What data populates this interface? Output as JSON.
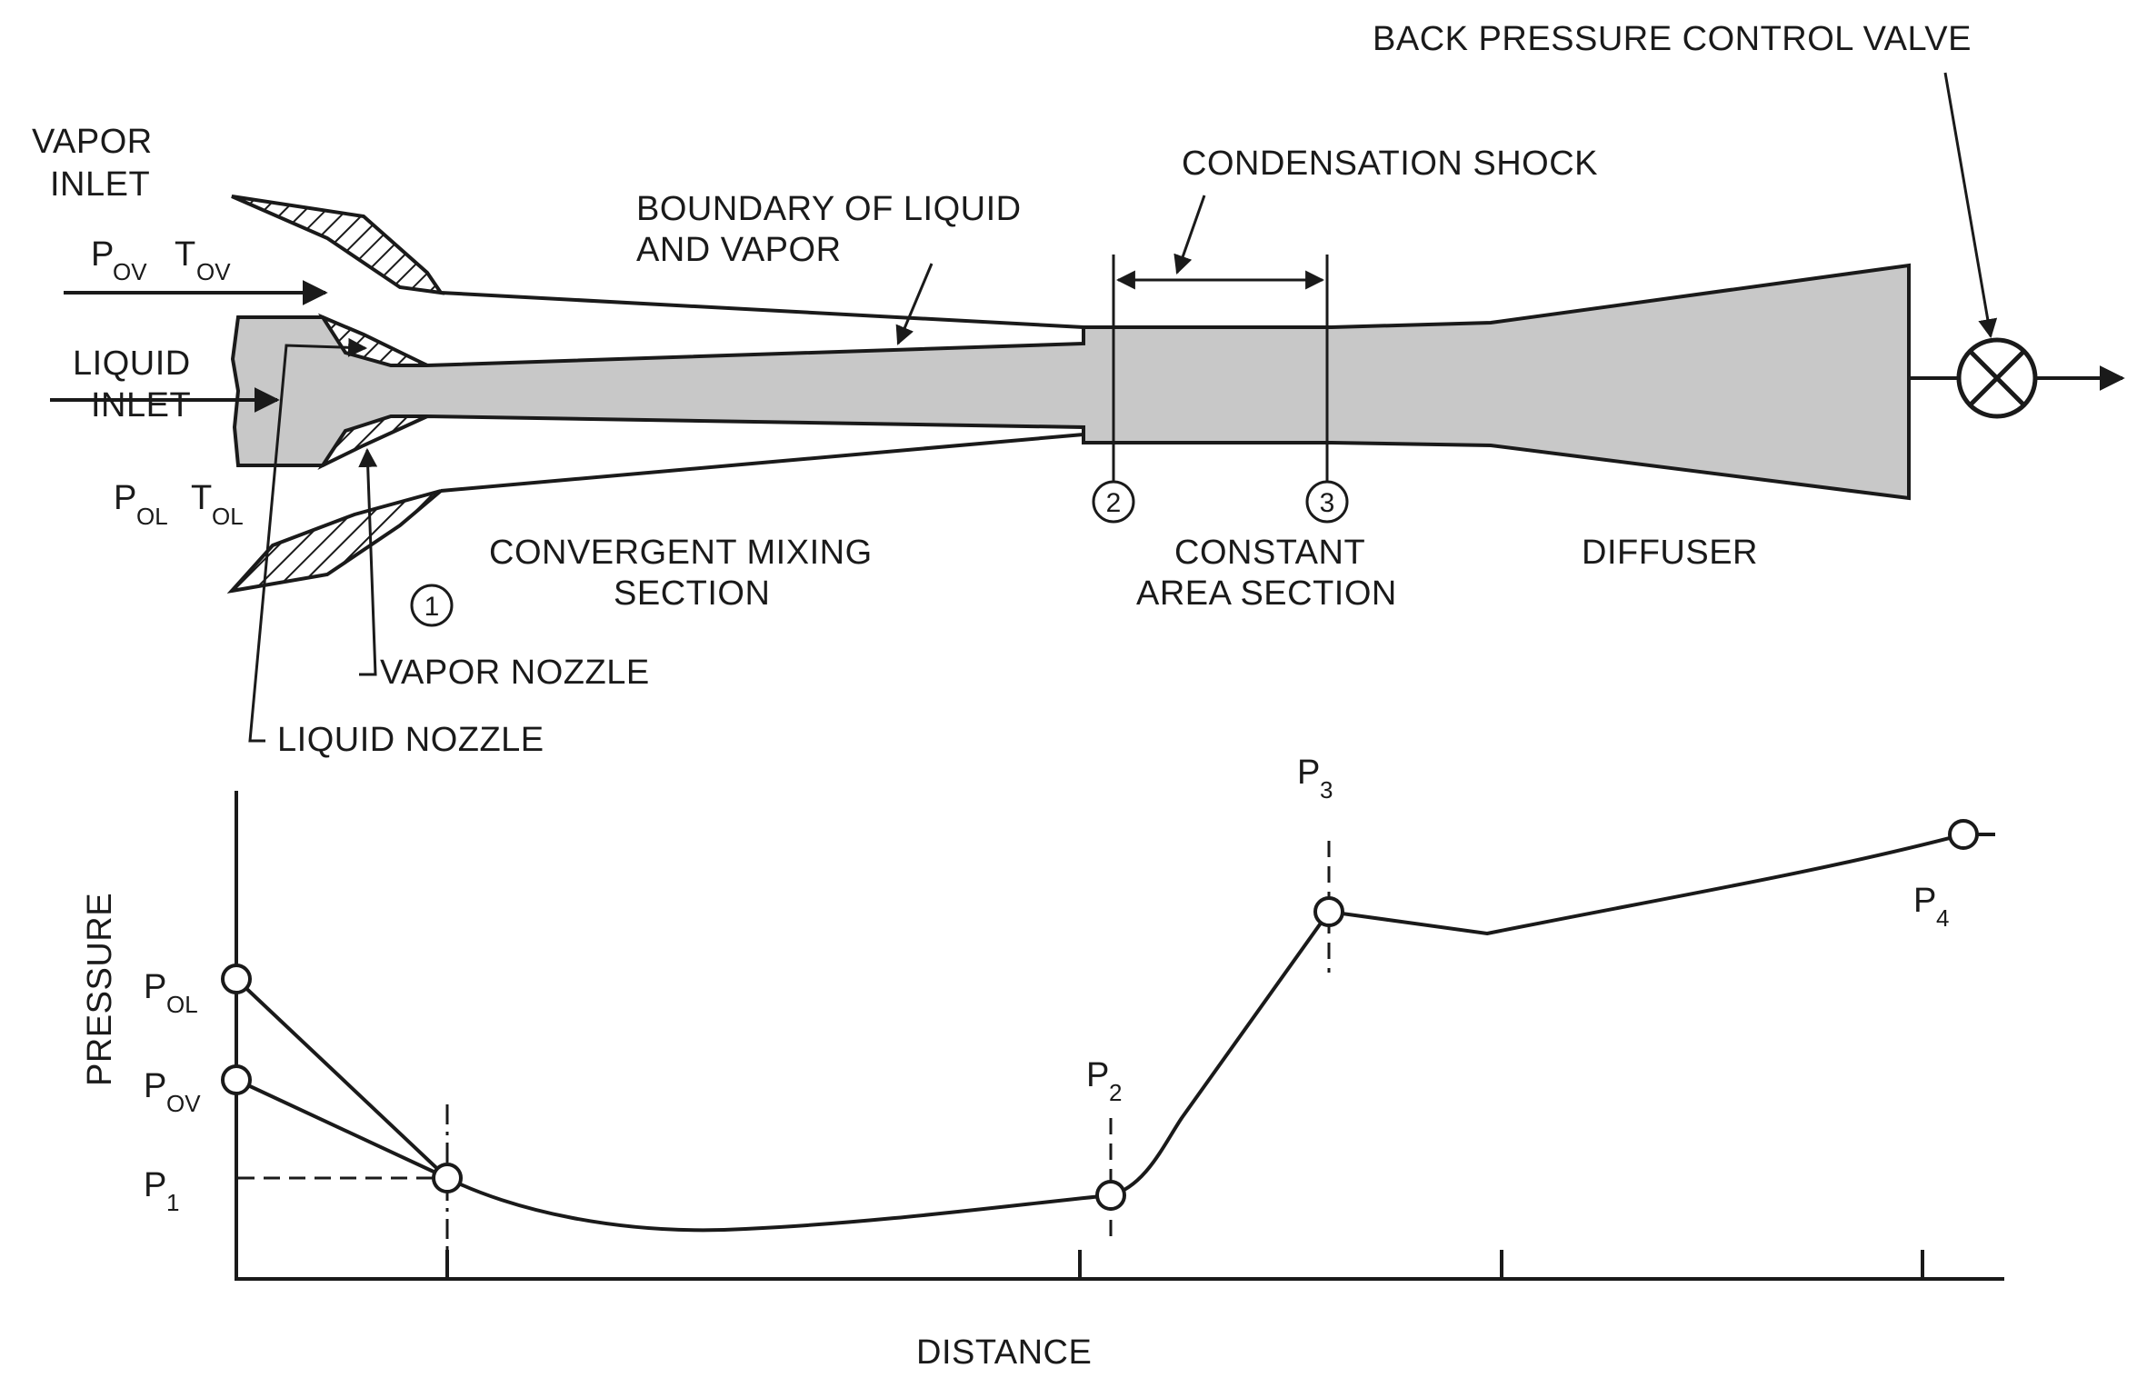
{
  "labels": {
    "vapor_inlet_1": "VAPOR",
    "vapor_inlet_2": "INLET",
    "p_ov_main": "P",
    "p_ov_sub": "OV",
    "t_ov_main": "T",
    "t_ov_sub": "OV",
    "liquid_inlet_1": "LIQUID",
    "liquid_inlet_2": "INLET",
    "p_ol_main": "P",
    "p_ol_sub": "OL",
    "t_ol_main": "T",
    "t_ol_sub": "OL",
    "boundary_1": "BOUNDARY OF LIQUID",
    "boundary_2": "AND VAPOR",
    "condensation_shock": "CONDENSATION SHOCK",
    "back_pressure_valve": "BACK PRESSURE CONTROL VALVE",
    "convergent_1": "CONVERGENT MIXING",
    "convergent_2": "SECTION",
    "constant_1": "CONSTANT",
    "constant_2": "AREA SECTION",
    "diffuser": "DIFFUSER",
    "vapor_nozzle": "VAPOR NOZZLE",
    "liquid_nozzle": "LIQUID NOZZLE",
    "station_1": "1",
    "station_2": "2",
    "station_3": "3"
  },
  "plot": {
    "y_axis_label": "PRESSURE",
    "x_axis_label": "DISTANCE",
    "p_ol_main": "P",
    "p_ol_sub": "OL",
    "p_ov_main": "P",
    "p_ov_sub": "OV",
    "p1_main": "P",
    "p1_sub": "1",
    "p2_main": "P",
    "p2_sub": "2",
    "p3_main": "P",
    "p3_sub": "3",
    "p4_main": "P",
    "p4_sub": "4"
  },
  "colors": {
    "flow_fill": "#c8c8c8",
    "ink": "#1a1a1a"
  }
}
